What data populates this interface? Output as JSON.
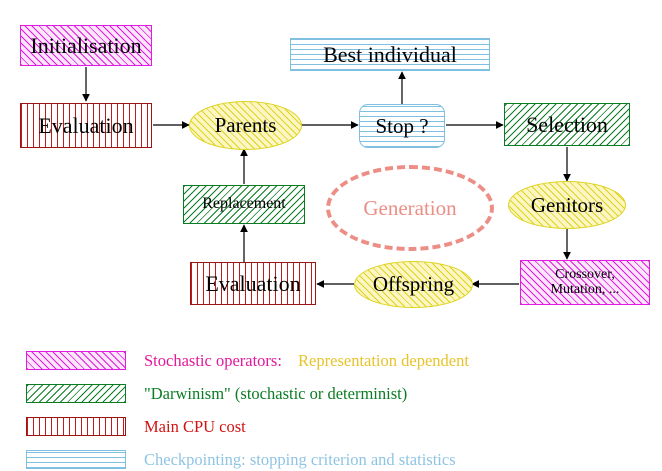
{
  "diagram": {
    "title": "Evolutionary algorithm cycle",
    "nodes": [
      {
        "id": "initialisation",
        "label": "Initialisation",
        "shape": "rect",
        "style": "magenta-hatch"
      },
      {
        "id": "evaluation-top",
        "label": "Evaluation",
        "shape": "rect",
        "style": "red-vertical"
      },
      {
        "id": "parents",
        "label": "Parents",
        "shape": "ellipse",
        "style": "yellow-hatch"
      },
      {
        "id": "best-individual",
        "label": "Best individual",
        "shape": "rect",
        "style": "blue-horizontal"
      },
      {
        "id": "stop",
        "label": "Stop ?",
        "shape": "rounded-rect",
        "style": "blue-horizontal"
      },
      {
        "id": "selection",
        "label": "Selection",
        "shape": "rect",
        "style": "green-hatch"
      },
      {
        "id": "genitors",
        "label": "Genitors",
        "shape": "ellipse",
        "style": "yellow-hatch"
      },
      {
        "id": "crossover-mutation",
        "label_line1": "Crossover,",
        "label_line2": "Mutation, ...",
        "shape": "rect",
        "style": "magenta-hatch"
      },
      {
        "id": "offspring",
        "label": "Offspring",
        "shape": "ellipse",
        "style": "yellow-hatch"
      },
      {
        "id": "evaluation-bottom",
        "label": "Evaluation",
        "shape": "rect",
        "style": "red-vertical"
      },
      {
        "id": "replacement",
        "label": "Replacement",
        "shape": "rect",
        "style": "green-hatch"
      },
      {
        "id": "generation",
        "label": "Generation",
        "shape": "dashed-ellipse",
        "style": "salmon-dashed"
      }
    ],
    "edges": [
      {
        "from": "initialisation",
        "to": "evaluation-top"
      },
      {
        "from": "evaluation-top",
        "to": "parents"
      },
      {
        "from": "parents",
        "to": "stop"
      },
      {
        "from": "stop",
        "to": "best-individual"
      },
      {
        "from": "stop",
        "to": "selection"
      },
      {
        "from": "selection",
        "to": "genitors"
      },
      {
        "from": "genitors",
        "to": "crossover-mutation"
      },
      {
        "from": "crossover-mutation",
        "to": "offspring"
      },
      {
        "from": "offspring",
        "to": "evaluation-bottom"
      },
      {
        "from": "evaluation-bottom",
        "to": "replacement"
      },
      {
        "from": "replacement",
        "to": "parents"
      }
    ]
  },
  "legend": {
    "rows": [
      {
        "swatch": "magenta-hatch",
        "text_primary": "Stochastic operators:",
        "text_secondary": "Representation dependent",
        "color_primary": "#e3189b",
        "color_secondary": "#e8c32a"
      },
      {
        "swatch": "green-hatch",
        "text_primary": "\"Darwinism\" (stochastic or determinist)",
        "text_secondary": "",
        "color_primary": "#0a7d22",
        "color_secondary": ""
      },
      {
        "swatch": "red-vertical",
        "text_primary": "Main CPU cost",
        "text_secondary": "",
        "color_primary": "#d01414",
        "color_secondary": ""
      },
      {
        "swatch": "blue-horizontal",
        "text_primary": "Checkpointing: stopping criterion and statistics",
        "text_secondary": "",
        "color_primary": "#8fc4e3",
        "color_secondary": ""
      }
    ]
  },
  "colors": {
    "magenta_border": "#e21ae2",
    "green_border": "#0a7d22",
    "red_border": "#9c1414",
    "blue_border": "#7fbfe0",
    "yellow_border": "#ded31e",
    "salmon": "#ec8e85",
    "arrow": "#000000",
    "background": "#ffffff"
  }
}
